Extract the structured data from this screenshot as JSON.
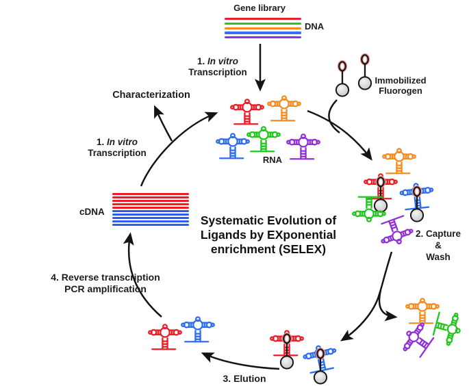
{
  "title": {
    "line1": "Systematic Evolution of",
    "line2": "Ligands by EXponential",
    "line3": "enrichment (SELEX)"
  },
  "gene_library_label": "Gene library",
  "dna": {
    "label": "DNA",
    "strand_colors": [
      "#ee1c25",
      "#21cc21",
      "#f68b1f",
      "#3a6ff2",
      "#8733e8"
    ]
  },
  "rna_label": "RNA",
  "cdna": {
    "label": "cDNA",
    "strand_colors": [
      "#ee1c25",
      "#ee1c25",
      "#ee1c25",
      "#ee1c25",
      "#ee1c25",
      "#2e5cf0",
      "#2e5cf0",
      "#2e5cf0",
      "#2e5cf0",
      "#2e5cf0"
    ]
  },
  "fluorogen": {
    "line1": "Immobilized",
    "line2": "Fluorogen"
  },
  "characterization_label": "Characterization",
  "steps": {
    "transcription_top": {
      "num": "1. ",
      "italic": "In vitro",
      "line2": "Transcription"
    },
    "transcription_left": {
      "num": "1. ",
      "italic": "In vitro",
      "line2": "Transcription"
    },
    "capture": {
      "line1": "2. Capture",
      "line2": "&",
      "line3": "Wash"
    },
    "elution": "3. Elution",
    "reverse": {
      "line1": "4. Reverse transcription",
      "line2": "PCR amplification"
    }
  },
  "colors": {
    "rna_red": "#ee1c25",
    "rna_orange": "#f68b1f",
    "rna_green": "#22c51f",
    "rna_blue": "#2e6cf0",
    "rna_purple": "#9230d8",
    "arrow_black": "#161616",
    "bead_gray": "#d9d9d9",
    "fluorogen_glow_pink": "#f09a9a"
  }
}
